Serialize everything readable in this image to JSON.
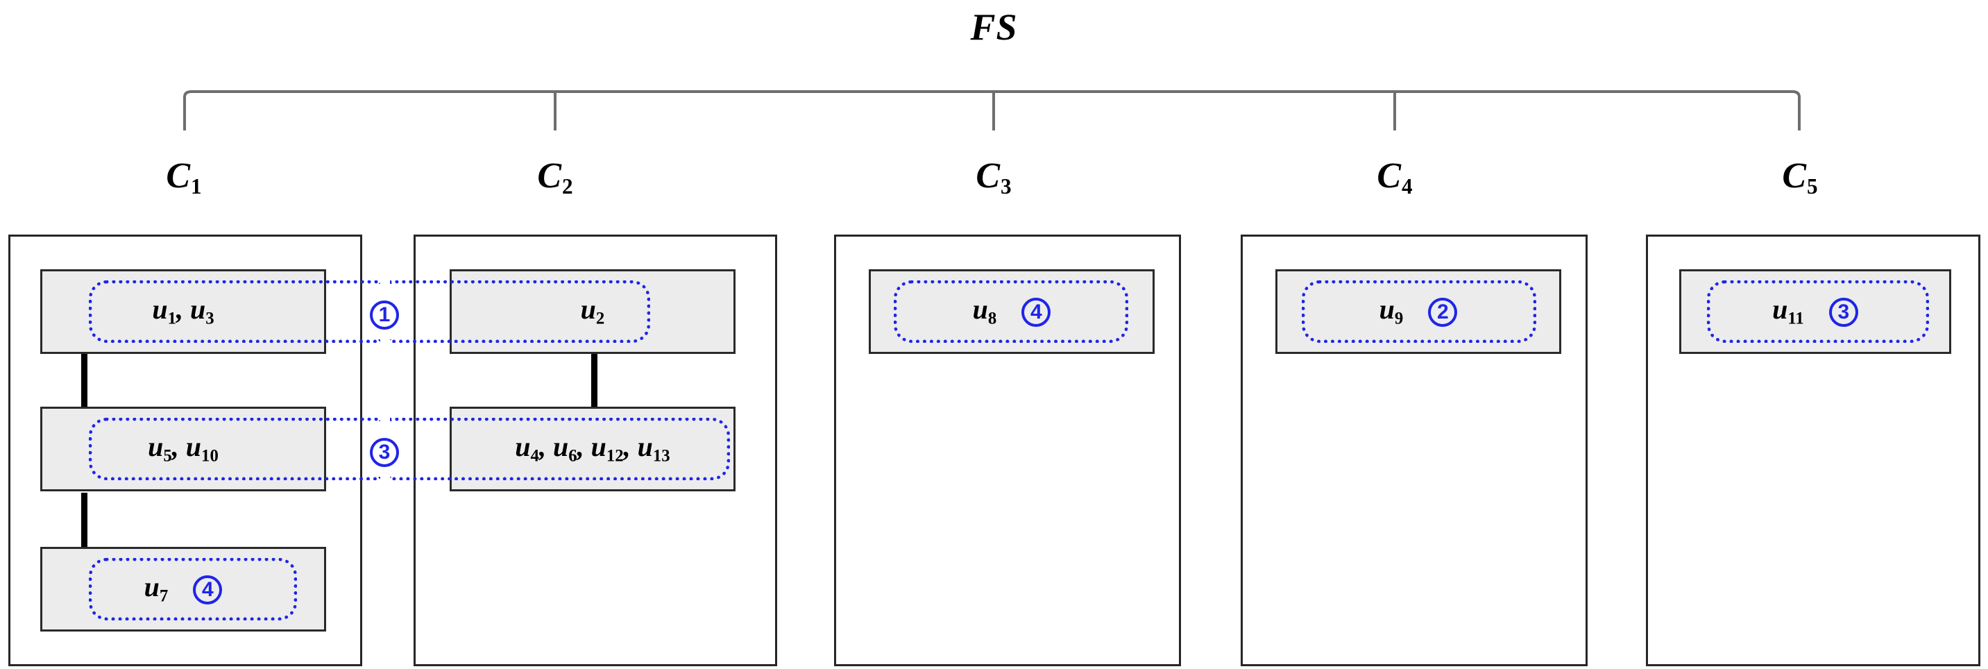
{
  "diagram": {
    "title": "FS",
    "title_meaning": "feature structure root label",
    "accent_color": "#1f25e8",
    "box_fill": "#ececec",
    "box_stroke": "#262626",
    "bracket_color": "#6e6e6e"
  },
  "clusters": [
    {
      "id": "c1",
      "label": "C",
      "sub": "1",
      "units": [
        {
          "id": "u1u3",
          "text": "u",
          "sub": "1",
          "text2": ", u",
          "sub2": "3"
        },
        {
          "id": "u5u10",
          "text": "u",
          "sub": "5",
          "text2": ", u",
          "sub2": "10"
        },
        {
          "id": "u7",
          "text": "u",
          "sub": "7",
          "badge": "4"
        }
      ]
    },
    {
      "id": "c2",
      "label": "C",
      "sub": "2",
      "units": [
        {
          "id": "u2",
          "text": "u",
          "sub": "2"
        },
        {
          "id": "u4u6u12u13",
          "text": "u",
          "sub": "4",
          "text2": ", u",
          "sub2": "6",
          "text3": ", u",
          "sub3": "12",
          "text4": ", u",
          "sub4": "13"
        }
      ]
    },
    {
      "id": "c3",
      "label": "C",
      "sub": "3",
      "units": [
        {
          "id": "u8",
          "text": "u",
          "sub": "8",
          "badge": "4"
        }
      ]
    },
    {
      "id": "c4",
      "label": "C",
      "sub": "4",
      "units": [
        {
          "id": "u9",
          "text": "u",
          "sub": "9",
          "badge": "2"
        }
      ]
    },
    {
      "id": "c5",
      "label": "C",
      "sub": "5",
      "units": [
        {
          "id": "u11",
          "text": "u",
          "sub": "11",
          "badge": "3"
        }
      ]
    }
  ],
  "cross_links": [
    {
      "id": "link-1",
      "badge": "1",
      "from": "u1u3",
      "to": "u2"
    },
    {
      "id": "link-3",
      "badge": "3",
      "from": "u5u10",
      "to": "u4u6u12u13"
    }
  ]
}
